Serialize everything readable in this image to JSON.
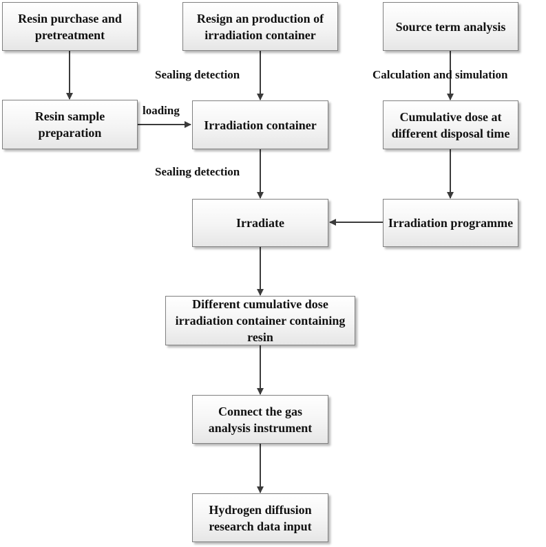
{
  "nodes": {
    "resin_purchase": "Resin purchase and pretreatment",
    "container_production": "Resign an production of irradiation container",
    "source_term": "Source term analysis",
    "resin_sample": "Resin sample preparation",
    "irradiation_container": "Irradiation container",
    "cumulative_dose": "Cumulative dose at different disposal time",
    "irradiate": "Irradiate",
    "irradiation_programme": "Irradiation programme",
    "different_dose_container": "Different cumulative dose irradiation container containing resin",
    "gas_analysis": "Connect the gas analysis instrument",
    "hydrogen_input": "Hydrogen diffusion research data input"
  },
  "edge_labels": {
    "sealing_1": "Sealing detection",
    "loading": "loading",
    "calc_sim": "Calculation and simulation",
    "sealing_2": "Sealing detection"
  },
  "colors": {
    "border": "#7f7f7f",
    "arrow": "#3a3a3a",
    "text": "#111111"
  }
}
